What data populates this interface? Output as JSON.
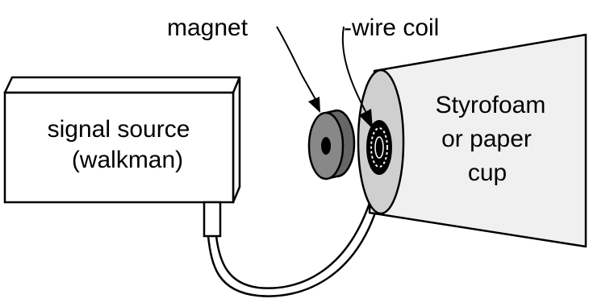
{
  "labels": {
    "magnet": "magnet",
    "wire_coil": "-wire coil",
    "source_line1": "signal source",
    "source_line2": "(walkman)",
    "cup_line1": "Styrofoam",
    "cup_line2": "or paper",
    "cup_line3": "cup"
  },
  "colors": {
    "box": "#ffffff",
    "box_shade": "#f7f7f7",
    "magnet_face": "#888888",
    "magnet_side": "#666666",
    "magnet_hole": "#000000",
    "cup": "#f0f0f0",
    "cup_base": "#cfcfcf",
    "outline": "#000000"
  }
}
